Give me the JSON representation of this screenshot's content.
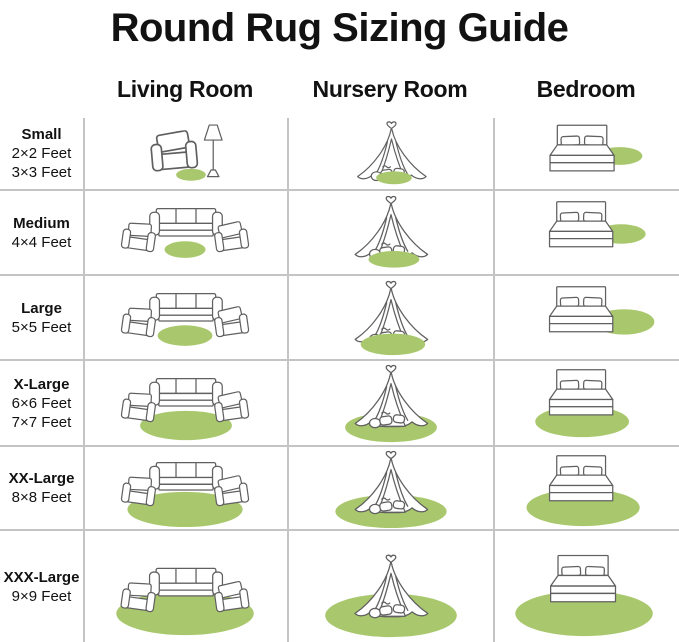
{
  "title": "Round Rug Sizing Guide",
  "columns": [
    {
      "label": "Living Room"
    },
    {
      "label": "Nursery Room"
    },
    {
      "label": "Bedroom"
    }
  ],
  "rows": [
    {
      "name": "Small",
      "size1": "2×2 Feet",
      "size2": "3×3 Feet"
    },
    {
      "name": "Medium",
      "size1": "4×4 Feet"
    },
    {
      "name": "Large",
      "size1": "5×5 Feet"
    },
    {
      "name": "X-Large",
      "size1": "6×6 Feet",
      "size2": "7×7 Feet"
    },
    {
      "name": "XX-Large",
      "size1": "8×8 Feet"
    },
    {
      "name": "XXX-Large",
      "size1": "9×9 Feet"
    }
  ],
  "colors": {
    "rug_green": "#a9c86d",
    "sketch_gray": "#606060",
    "grid_line": "#c4c4c4",
    "text_black": "#121212",
    "background": "#ffffff"
  },
  "illustrations": {
    "living_room_small": "armchair-and-floor-lamp-sketch",
    "living_room": "sofa-with-two-armchairs-sketch",
    "nursery_room": "canopy-tent-with-heart-and-pillows-sketch",
    "bedroom": "double-bed-with-two-pillows-sketch",
    "rug": "round-rug-green-ellipse"
  }
}
